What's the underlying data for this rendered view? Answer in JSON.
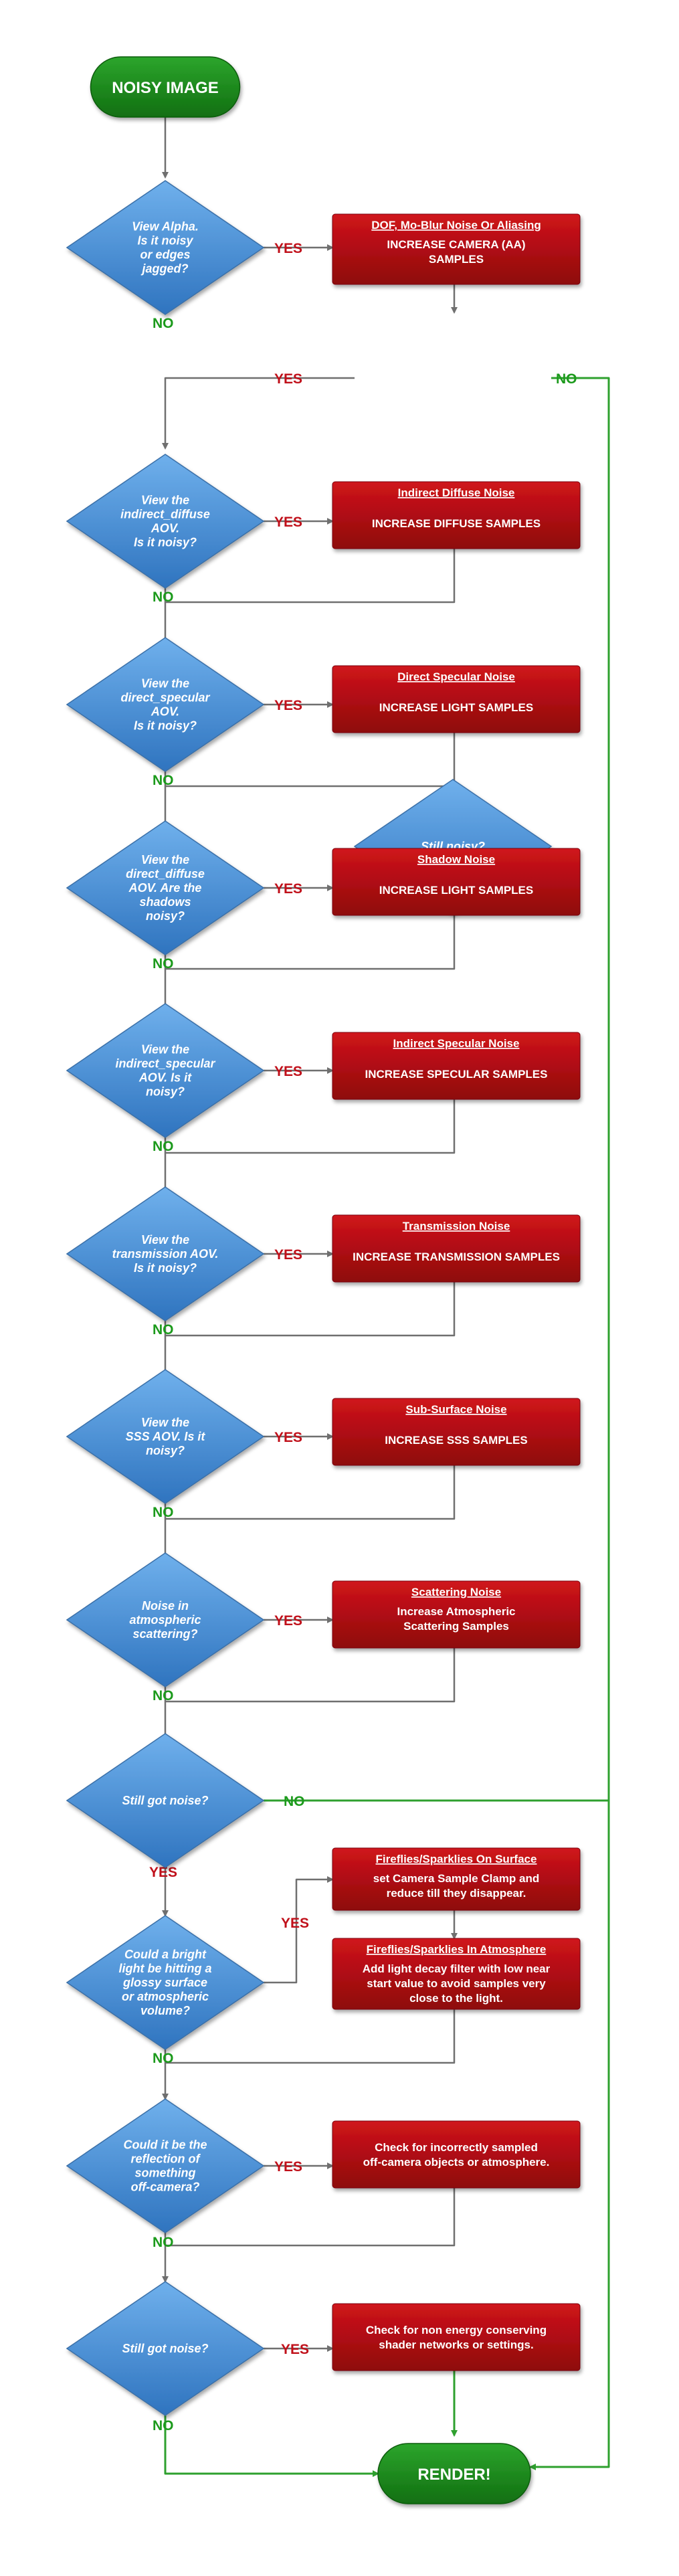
{
  "start": {
    "label": "NOISY IMAGE"
  },
  "end": {
    "label": "RENDER!"
  },
  "labels": {
    "yes": "YES",
    "no": "NO"
  },
  "colors": {
    "decision": "#4a8fd4",
    "action": "#b80d12",
    "terminal": "#1f8f1f",
    "flow_gray": "#6f6f6f",
    "flow_green": "#2ea02e",
    "yes_text": "#c0101a",
    "no_text": "#1c9a1c"
  },
  "decisions": [
    {
      "lines": [
        "View Alpha.",
        "Is it noisy",
        "or edges",
        "jagged?"
      ]
    },
    {
      "lines": [
        "Still noisy?"
      ]
    },
    {
      "lines": [
        "View the",
        "indirect_diffuse",
        "AOV.",
        "Is it noisy?"
      ]
    },
    {
      "lines": [
        "View the",
        "direct_specular",
        "AOV.",
        "Is it noisy?"
      ]
    },
    {
      "lines": [
        "View the",
        "direct_diffuse",
        "AOV. Are the",
        "shadows",
        "noisy?"
      ]
    },
    {
      "lines": [
        "View the",
        "indirect_specular",
        "AOV. Is it",
        "noisy?"
      ]
    },
    {
      "lines": [
        "View the",
        "transmission AOV.",
        "Is it noisy?"
      ]
    },
    {
      "lines": [
        "View the",
        "SSS AOV. Is it",
        "noisy?"
      ]
    },
    {
      "lines": [
        "Noise in",
        "atmospheric",
        "scattering?"
      ]
    },
    {
      "lines": [
        "Still got noise?"
      ]
    },
    {
      "lines": [
        "Could a bright",
        "light be hitting a",
        "glossy surface",
        "or atmospheric",
        "volume?"
      ]
    },
    {
      "lines": [
        "Could it be the",
        "reflection of",
        "something",
        "off-camera?"
      ]
    },
    {
      "lines": [
        "Still got noise?"
      ]
    }
  ],
  "actions": [
    {
      "title": "DOF, Mo-Blur Noise Or Aliasing",
      "lines": [
        "INCREASE CAMERA (AA)",
        "SAMPLES"
      ]
    },
    {
      "title": "Indirect Diffuse Noise",
      "lines": [
        "INCREASE DIFFUSE SAMPLES"
      ]
    },
    {
      "title": "Direct Specular Noise",
      "lines": [
        "INCREASE LIGHT SAMPLES"
      ]
    },
    {
      "title": "Shadow Noise",
      "lines": [
        "INCREASE LIGHT SAMPLES"
      ]
    },
    {
      "title": "Indirect Specular Noise",
      "lines": [
        "INCREASE SPECULAR SAMPLES"
      ]
    },
    {
      "title": "Transmission Noise",
      "lines": [
        "INCREASE TRANSMISSION SAMPLES"
      ]
    },
    {
      "title": "Sub-Surface Noise",
      "lines": [
        "INCREASE SSS SAMPLES"
      ]
    },
    {
      "title": "Scattering Noise",
      "lines": [
        "Increase Atmospheric",
        "Scattering Samples"
      ]
    },
    {
      "title": "Fireflies/Sparklies On Surface",
      "lines": [
        "set Camera Sample Clamp and",
        "reduce till they disappear."
      ]
    },
    {
      "title": "Fireflies/Sparklies In Atmosphere",
      "lines": [
        "Add light decay filter with low near",
        "start value to avoid samples very",
        "close to the light."
      ]
    },
    {
      "title": "",
      "lines": [
        "Check for incorrectly sampled",
        "off-camera objects or atmosphere."
      ]
    },
    {
      "title": "",
      "lines": [
        "Check for non energy conserving",
        "shader networks or settings."
      ]
    }
  ]
}
